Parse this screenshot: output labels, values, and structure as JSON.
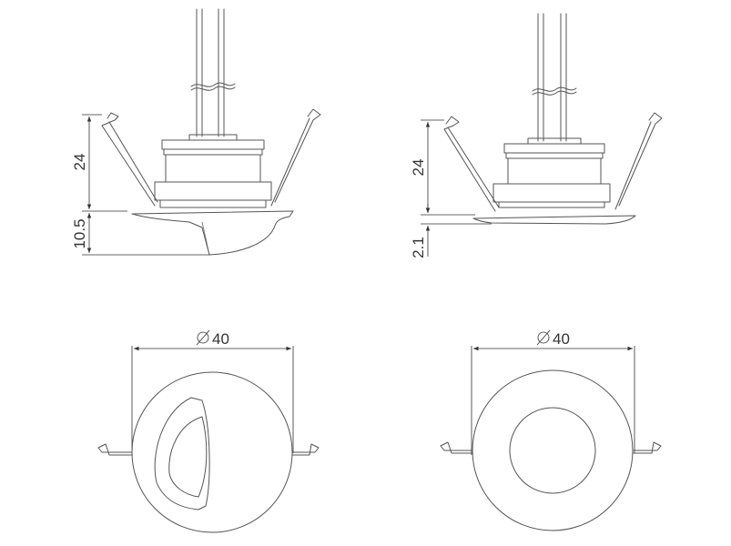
{
  "views": {
    "side_left": {
      "height_upper": "24",
      "height_lower": "10.5"
    },
    "side_right": {
      "height_upper": "24",
      "height_lower": "2.1"
    },
    "top_left": {
      "diameter": "40"
    },
    "top_right": {
      "diameter": "40"
    }
  },
  "colors": {
    "line": "#555555",
    "dimension": "#333333",
    "background": "#ffffff"
  }
}
